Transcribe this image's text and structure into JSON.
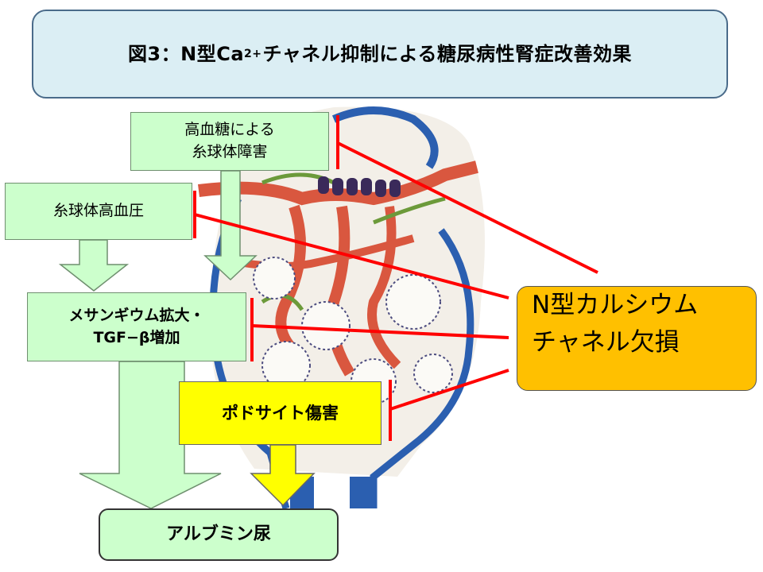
{
  "title": {
    "prefix": "図3：N型Ca",
    "superscript": "2+",
    "suffix": "チャネル抑制による糖尿病性腎症改善効果"
  },
  "boxes": {
    "hyperglycemia": {
      "line1": "高血糖による",
      "line2": "糸球体障害"
    },
    "glomerular_hypertension": {
      "label": "糸球体高血圧"
    },
    "mesangial": {
      "line1": "メサンギウム拡大・",
      "line2": "TGF−β増加"
    },
    "podocyte": {
      "label": "ポドサイト傷害"
    },
    "n_type": {
      "line1": "N型カルシウム",
      "line2": "チャネル欠損"
    },
    "albuminuria": {
      "label": "アルブミン尿"
    }
  },
  "colors": {
    "green_box": "#ccffcc",
    "yellow_box": "#ffff00",
    "orange_box": "#ffc000",
    "title_bg": "#dbeef4",
    "inhibit_line": "#ff0000"
  }
}
